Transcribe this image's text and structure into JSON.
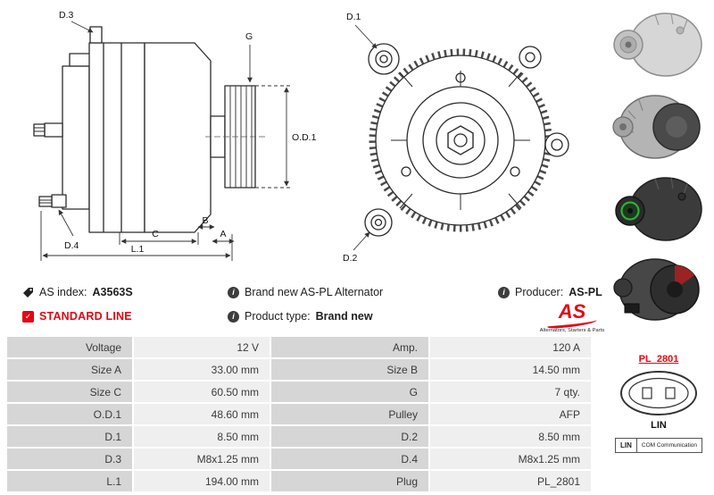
{
  "accent_color": "#e30613",
  "diagram": {
    "side": {
      "d3": "D.3",
      "g": "G",
      "od1": "O.D.1",
      "d4": "D.4",
      "c": "C",
      "b": "B",
      "a": "A",
      "l1": "L.1"
    },
    "front": {
      "d1": "D.1",
      "d2": "D.2"
    }
  },
  "info": {
    "as_index_label": "AS index:",
    "as_index_value": "A3563S",
    "standard_line_label": "STANDARD LINE",
    "brand_new_text": "Brand new AS-PL Alternator",
    "product_type_label": "Product type:",
    "product_type_value": "Brand new",
    "producer_label": "Producer:",
    "producer_value": "AS-PL",
    "logo_text": "AS",
    "logo_subtext": "Alternators, Starters & Parts",
    "info_icon_glyph": "i",
    "check_icon_glyph": "✓"
  },
  "sidebar": {
    "plug_code": "PL_2801",
    "lin_label": "LIN",
    "lin_box": {
      "left": "LIN",
      "right": "COM Communication"
    }
  },
  "spec_table": {
    "rows": [
      {
        "label1": "Voltage",
        "value1": "12 V",
        "label2": "Amp.",
        "value2": "120 A"
      },
      {
        "label1": "Size A",
        "value1": "33.00 mm",
        "label2": "Size B",
        "value2": "14.50 mm"
      },
      {
        "label1": "Size C",
        "value1": "60.50 mm",
        "label2": "G",
        "value2": "7 qty."
      },
      {
        "label1": "O.D.1",
        "value1": "48.60 mm",
        "label2": "Pulley",
        "value2": "AFP"
      },
      {
        "label1": "D.1",
        "value1": "8.50 mm",
        "label2": "D.2",
        "value2": "8.50 mm"
      },
      {
        "label1": "D.3",
        "value1": "M8x1.25 mm",
        "label2": "D.4",
        "value2": "M8x1.25 mm"
      },
      {
        "label1": "L.1",
        "value1": "194.00 mm",
        "label2": "Plug",
        "value2": "PL_2801"
      }
    ]
  }
}
